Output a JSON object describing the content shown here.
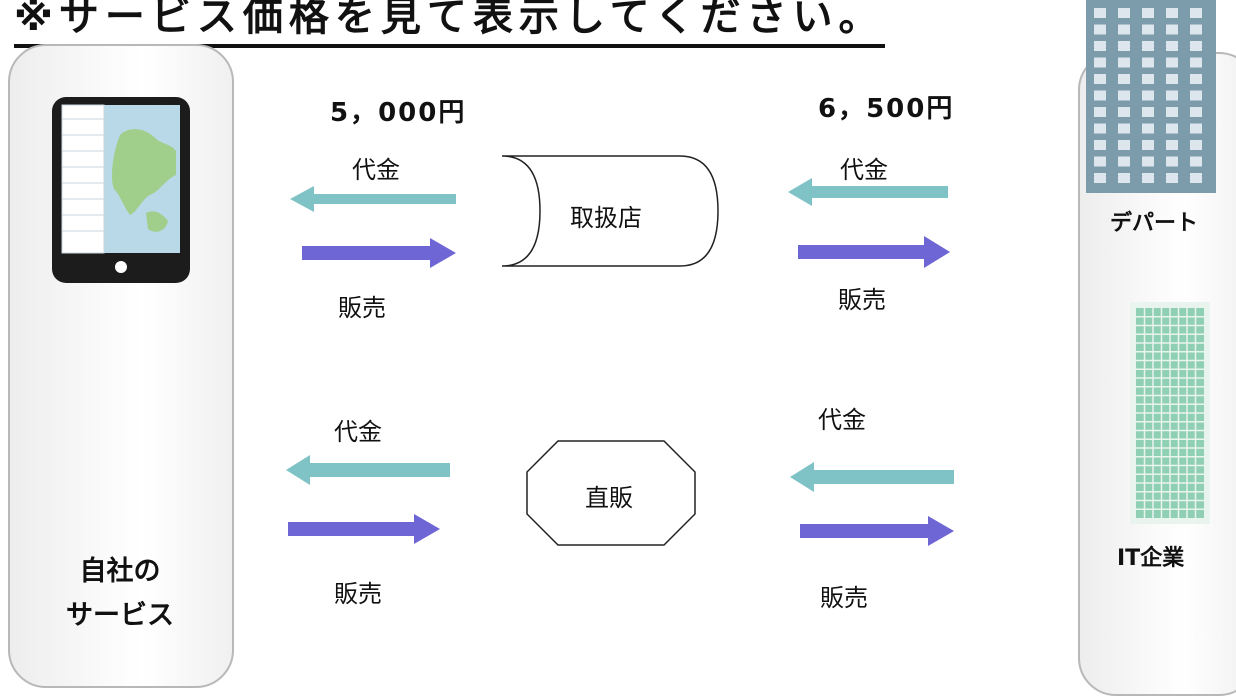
{
  "title": "※サービス価格を見て表示してください。",
  "left_panel": {
    "line1": "自社の",
    "line2": "サービス"
  },
  "top_row": {
    "price_left": "5，000円",
    "price_right": "6，500円",
    "node": "取扱店",
    "payment": "代金",
    "sale": "販売"
  },
  "bottom_row": {
    "node": "直販",
    "payment": "代金",
    "sale": "販売"
  },
  "right_panel": {
    "building1": "デパート",
    "building2": "IT企業"
  },
  "colors": {
    "payment_arrow": "#7fc3c6",
    "sale_arrow": "#6e66d4"
  }
}
